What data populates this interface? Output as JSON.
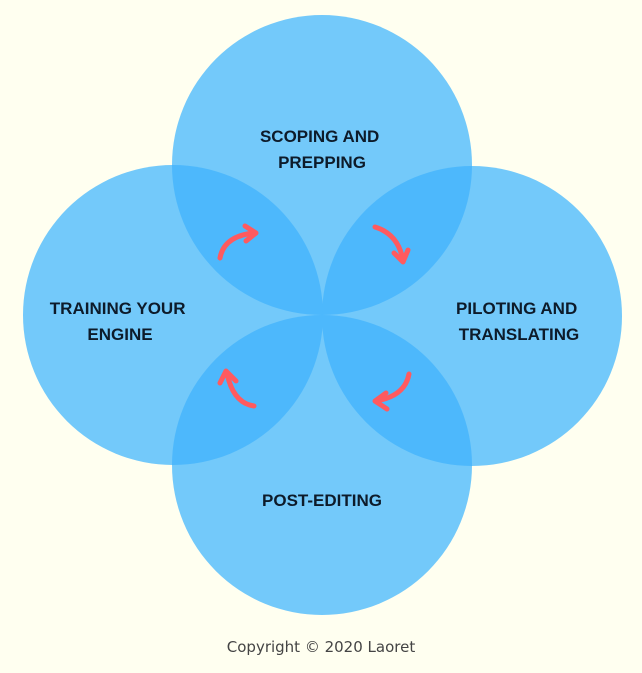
{
  "colors": {
    "background": "#fffff0",
    "circle_fill": "#73c9fa",
    "overlap_fill": "#4db8fc",
    "arrow": "#ff5a5f",
    "label_text": "#0d1b2a",
    "copyright_text": "#444444"
  },
  "stages": {
    "top": {
      "line1": "SCOPING AND",
      "line2": "PREPPING"
    },
    "right": {
      "line1": "PILOTING AND",
      "line2": "TRANSLATING"
    },
    "bottom": {
      "line1": "POST-EDITING"
    },
    "left": {
      "line1": "TRAINING YOUR",
      "line2": "ENGINE"
    }
  },
  "arrows": {
    "direction": "clockwise",
    "icons": [
      "arrow-top-left-icon",
      "arrow-top-right-icon",
      "arrow-bottom-right-icon",
      "arrow-bottom-left-icon"
    ]
  },
  "footer": {
    "copyright": "Copyright © 2020 Laoret"
  }
}
